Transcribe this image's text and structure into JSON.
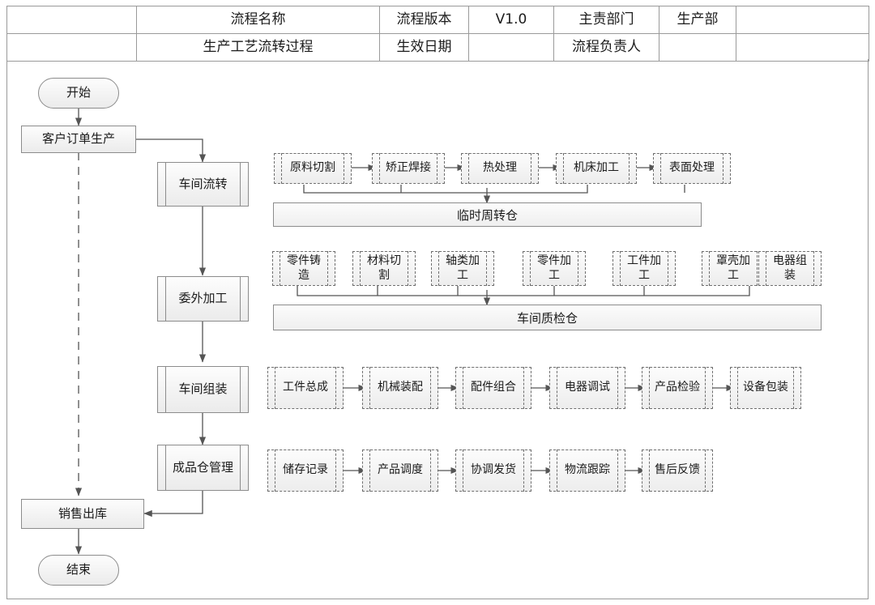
{
  "header": {
    "columns": [
      {
        "label": "",
        "name": "header-blank-left"
      },
      {
        "label": "流程名称",
        "name": "header-process-name-label"
      },
      {
        "label": "流程版本",
        "name": "header-process-version-label"
      },
      {
        "label": "V1.0",
        "name": "header-process-version-value"
      },
      {
        "label": "主责部门",
        "name": "header-owner-dept-label"
      },
      {
        "label": "生产部",
        "name": "header-owner-dept-value"
      },
      {
        "label": "",
        "name": "header-blank-right"
      }
    ],
    "row1": [
      "",
      "流程名称",
      "流程版本",
      "V1.0",
      "主责部门",
      "生产部",
      ""
    ],
    "row2": [
      "",
      "生产工艺流转过程",
      "生效日期",
      "",
      "流程负责人",
      "",
      ""
    ]
  },
  "flow": {
    "start": "开始",
    "end": "结束",
    "order_node": "客户订单生产",
    "sales_out_node": "销售出库",
    "stages": [
      {
        "label": "车间流转",
        "name": "stage-workshop-transfer"
      },
      {
        "label": "委外加工",
        "name": "stage-outsourced-processing"
      },
      {
        "label": "车间组装",
        "name": "stage-workshop-assembly"
      },
      {
        "label": "成品仓管理",
        "name": "stage-finished-goods-warehouse"
      }
    ]
  },
  "rows": {
    "row1": {
      "steps": [
        "原料切割",
        "矫正焊接",
        "热处理",
        "机床加工",
        "表面处理"
      ],
      "store": "临时周转仓"
    },
    "row2": {
      "steps": [
        "零件铸\n造",
        "材料切\n割",
        "轴类加\n工",
        "零件加\n工",
        "工件加\n工",
        "罩壳加\n工",
        "电器组\n装"
      ],
      "store": "车间质检仓"
    },
    "row3": {
      "steps": [
        "工件总成",
        "机械装配",
        "配件组合",
        "电器调试",
        "产品检验",
        "设备包装"
      ]
    },
    "row4": {
      "steps": [
        "储存记录",
        "产品调度",
        "协调发货",
        "物流跟踪",
        "售后反馈"
      ]
    }
  },
  "colors": {
    "line": "#555555",
    "border": "#8c8c8c",
    "dashed_border": "#6f6f6f",
    "fill": "#f2f2f2",
    "text": "#1b1b1b"
  }
}
